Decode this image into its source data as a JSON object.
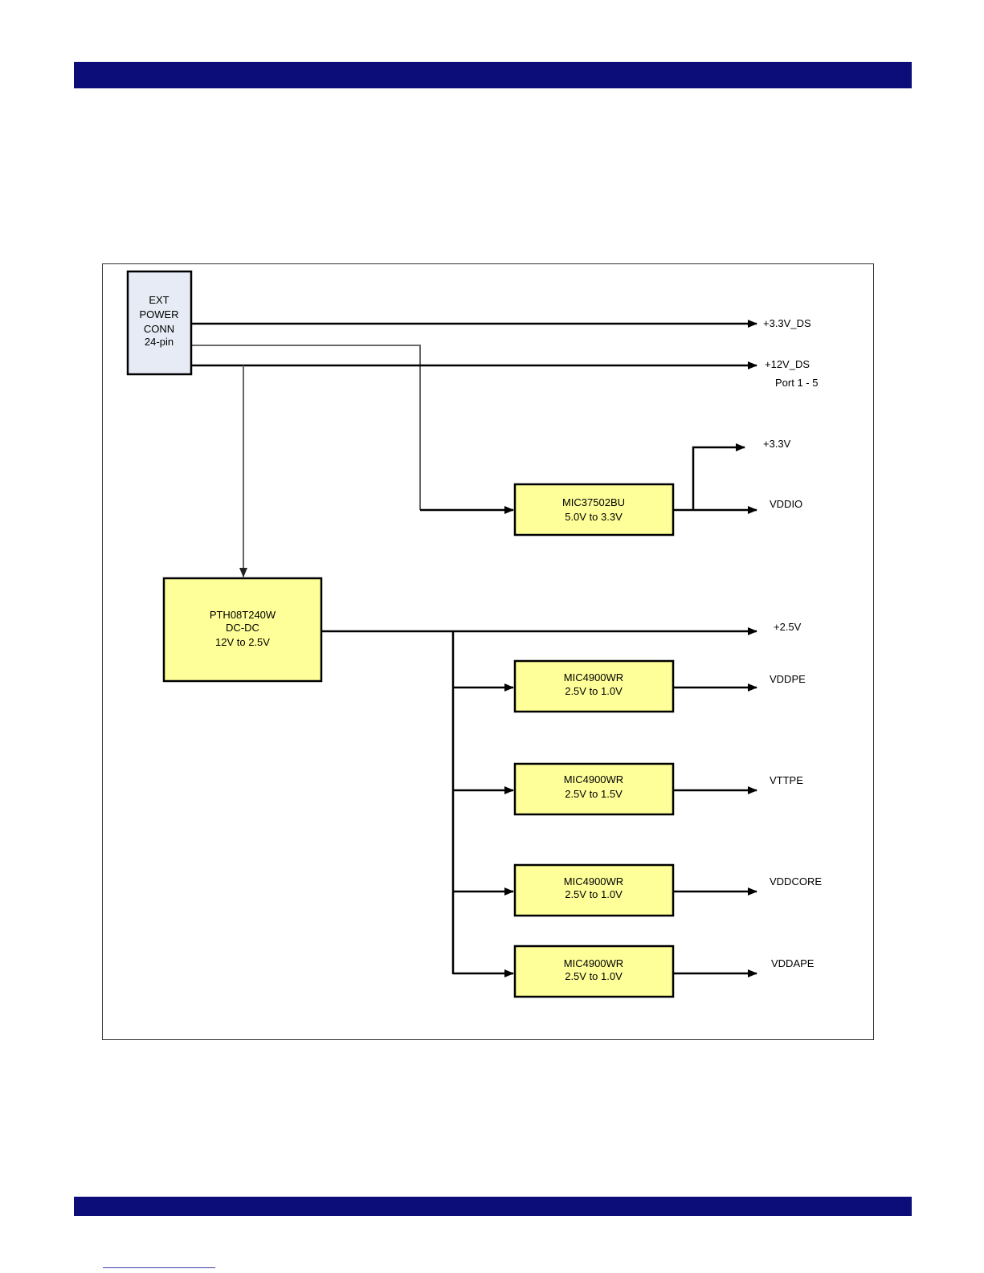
{
  "header_bar_color": "#0d0d7a",
  "diagram": {
    "connector": {
      "lines": [
        "EXT",
        "POWER",
        "CONN",
        "24-pin"
      ],
      "fill": "#e6ebf5"
    },
    "block_fill": "#ffff99",
    "blocks": {
      "mic375": {
        "line1": "MIC37502BU",
        "line2": "5.0V to 3.3V"
      },
      "pth": {
        "line1": "PTH08T240W",
        "line2": "DC-DC",
        "line3": "12V to 2.5V"
      },
      "mic_vddpe": {
        "line1": "MIC4900WR",
        "line2": "2.5V to 1.0V"
      },
      "mic_vttpe": {
        "line1": "MIC4900WR",
        "line2": "2.5V to 1.5V"
      },
      "mic_vddcore": {
        "line1": "MIC4900WR",
        "line2": "2.5V to 1.0V"
      },
      "mic_vddape": {
        "line1": "MIC4900WR",
        "line2": "2.5V to 1.0V"
      }
    },
    "outputs": {
      "v33_ds": "+3.3V_DS",
      "v12_ds": "+12V_DS",
      "v12_ds_note": "Port 1 - 5",
      "v33": "+3.3V",
      "vddio": "VDDIO",
      "v25": "+2.5V",
      "vddpe": "VDDPE",
      "vttpe": "VTTPE",
      "vddcore": "VDDCORE",
      "vddape": "VDDAPE"
    }
  }
}
